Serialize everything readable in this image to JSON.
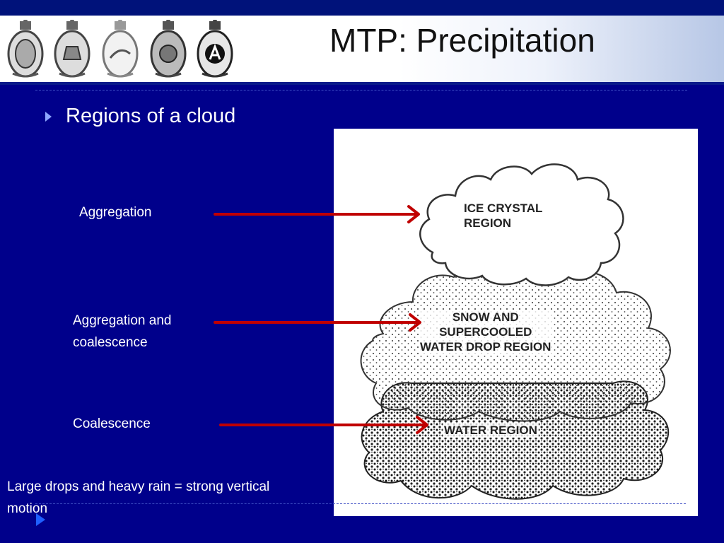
{
  "slide": {
    "title": "MTP: Precipitation",
    "bullet": "Regions of a cloud",
    "footnote": "Large drops and heavy rain = strong vertical motion"
  },
  "labels": [
    {
      "text": "Aggregation"
    },
    {
      "text": "Aggregation and coalescence"
    },
    {
      "text": "Coalescence"
    }
  ],
  "diagram": {
    "regions": [
      {
        "name": "ice-crystal",
        "line1": "ICE CRYSTAL",
        "line2": "REGION"
      },
      {
        "name": "snow-supercooled",
        "line1": "SNOW AND",
        "line2": "SUPERCOOLED",
        "line3": "WATER DROP REGION"
      },
      {
        "name": "water",
        "line1": "WATER REGION"
      }
    ]
  },
  "colors": {
    "background": "#00008b",
    "arrow": "#c00000",
    "bullet": "#8da6ff"
  },
  "icons": [
    "crest-icon",
    "crest-icon",
    "crest-icon",
    "crest-icon",
    "crest-icon",
    "bullet-arrow-icon",
    "corner-arrow-icon"
  ]
}
